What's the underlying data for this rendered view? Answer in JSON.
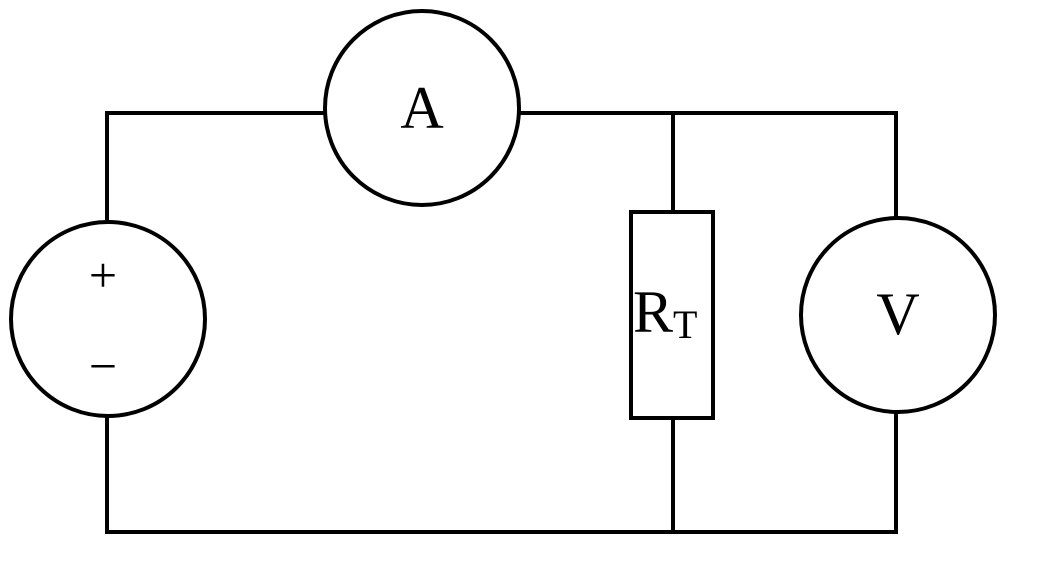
{
  "diagram": {
    "ammeter_label": "A",
    "voltmeter_label": "V",
    "source_plus": "+",
    "source_minus": "−",
    "resistor_main": "R",
    "resistor_sub": "T"
  },
  "style": {
    "stroke": "#000000",
    "background": "#ffffff"
  }
}
